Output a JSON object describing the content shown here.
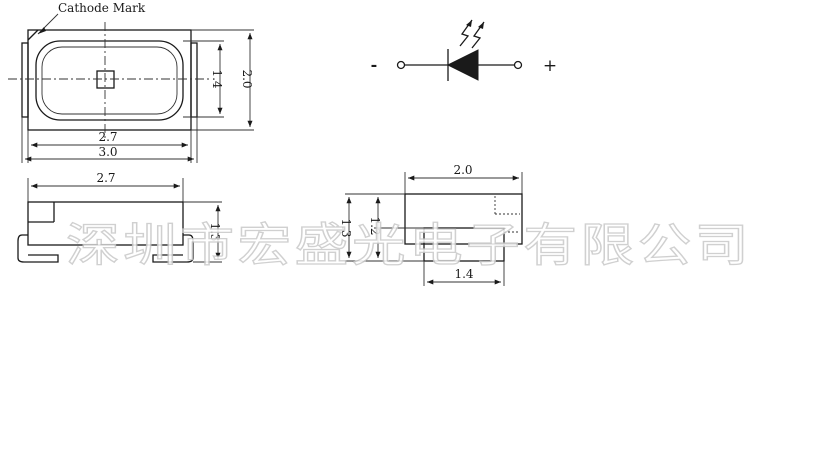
{
  "labels": {
    "cathode_mark": "Cathode Mark",
    "top_inner_height": "1.4",
    "top_outer_height": "2.0",
    "top_inner_width": "2.7",
    "top_outer_width": "3.0",
    "side_width": "2.7",
    "side_height": "1.3",
    "end_width": "2.0",
    "end_body_height": "1.3",
    "end_lens_height": "1.2",
    "end_base_width": "1.4",
    "symbol_minus": "-",
    "symbol_plus": "+"
  },
  "watermark": "深圳市宏盛光电子有限公司",
  "colors": {
    "line": "#1a1a1a",
    "watermark_outline": "#c8c8c8",
    "background": "#ffffff"
  }
}
